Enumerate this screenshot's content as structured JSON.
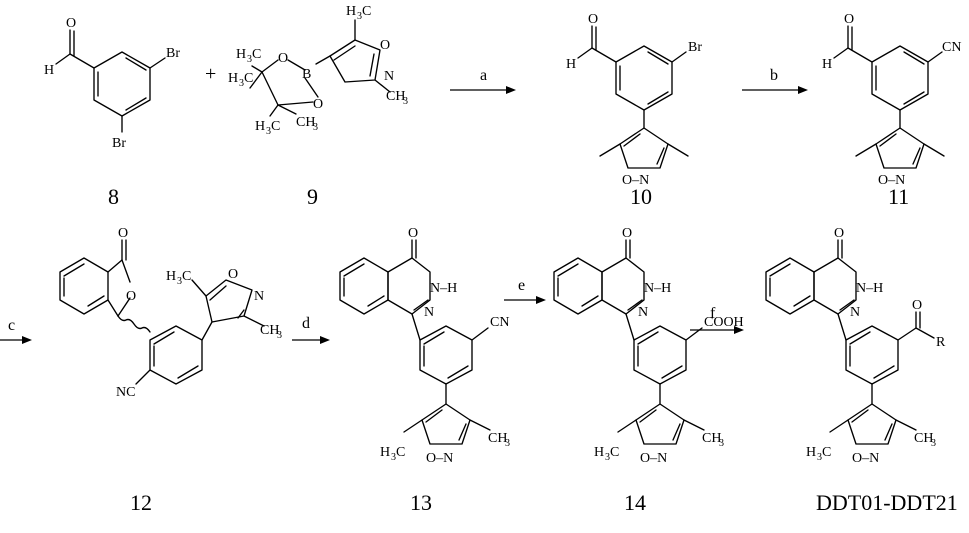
{
  "compounds": [
    {
      "id": "8"
    },
    {
      "id": "9"
    },
    {
      "id": "10"
    },
    {
      "id": "11"
    },
    {
      "id": "12"
    },
    {
      "id": "13"
    },
    {
      "id": "14"
    },
    {
      "id": "DDT01-DDT21"
    }
  ],
  "steps": [
    "a",
    "b",
    "c",
    "d",
    "e",
    "f"
  ],
  "operator": "+",
  "atoms": {
    "H": "H",
    "O": "O",
    "N": "N",
    "B": "B",
    "Br": "Br",
    "CN": "CN",
    "NC": "NC",
    "COOH": "COOH",
    "R": "R",
    "NH": "N–H",
    "ON": "O–N",
    "C": "C",
    "CH": "CH",
    "H3": "H",
    "sub3": "3"
  }
}
